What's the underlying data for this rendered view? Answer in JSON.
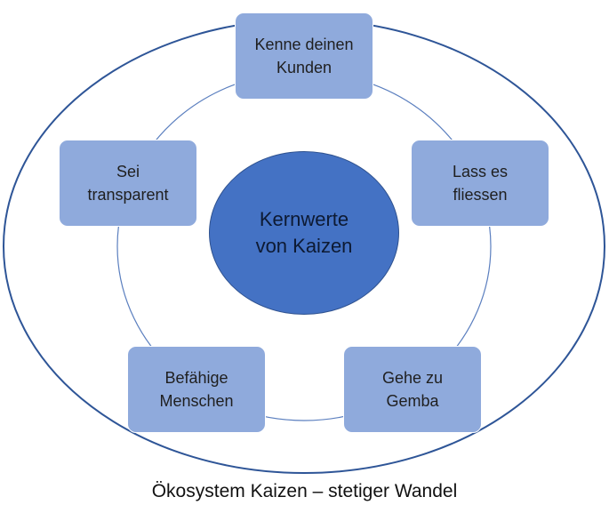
{
  "center": {
    "label": "Kernwerte\nvon Kaizen"
  },
  "values": [
    {
      "id": "kunden",
      "label": "Kenne deinen\nKunden"
    },
    {
      "id": "fliessen",
      "label": "Lass es\nfliessen"
    },
    {
      "id": "gemba",
      "label": "Gehe zu\nGemba"
    },
    {
      "id": "menschen",
      "label": "Befähige\nMenschen"
    },
    {
      "id": "transparent",
      "label": "Sei\ntransparent"
    }
  ],
  "caption": "Ökosystem Kaizen – stetiger Wandel",
  "colors": {
    "box_fill": "#8faadc",
    "center_fill": "#4472c4",
    "center_stroke": "#2f528f",
    "ring_stroke": "#5b7fbf",
    "outer_stroke": "#2e5597"
  }
}
